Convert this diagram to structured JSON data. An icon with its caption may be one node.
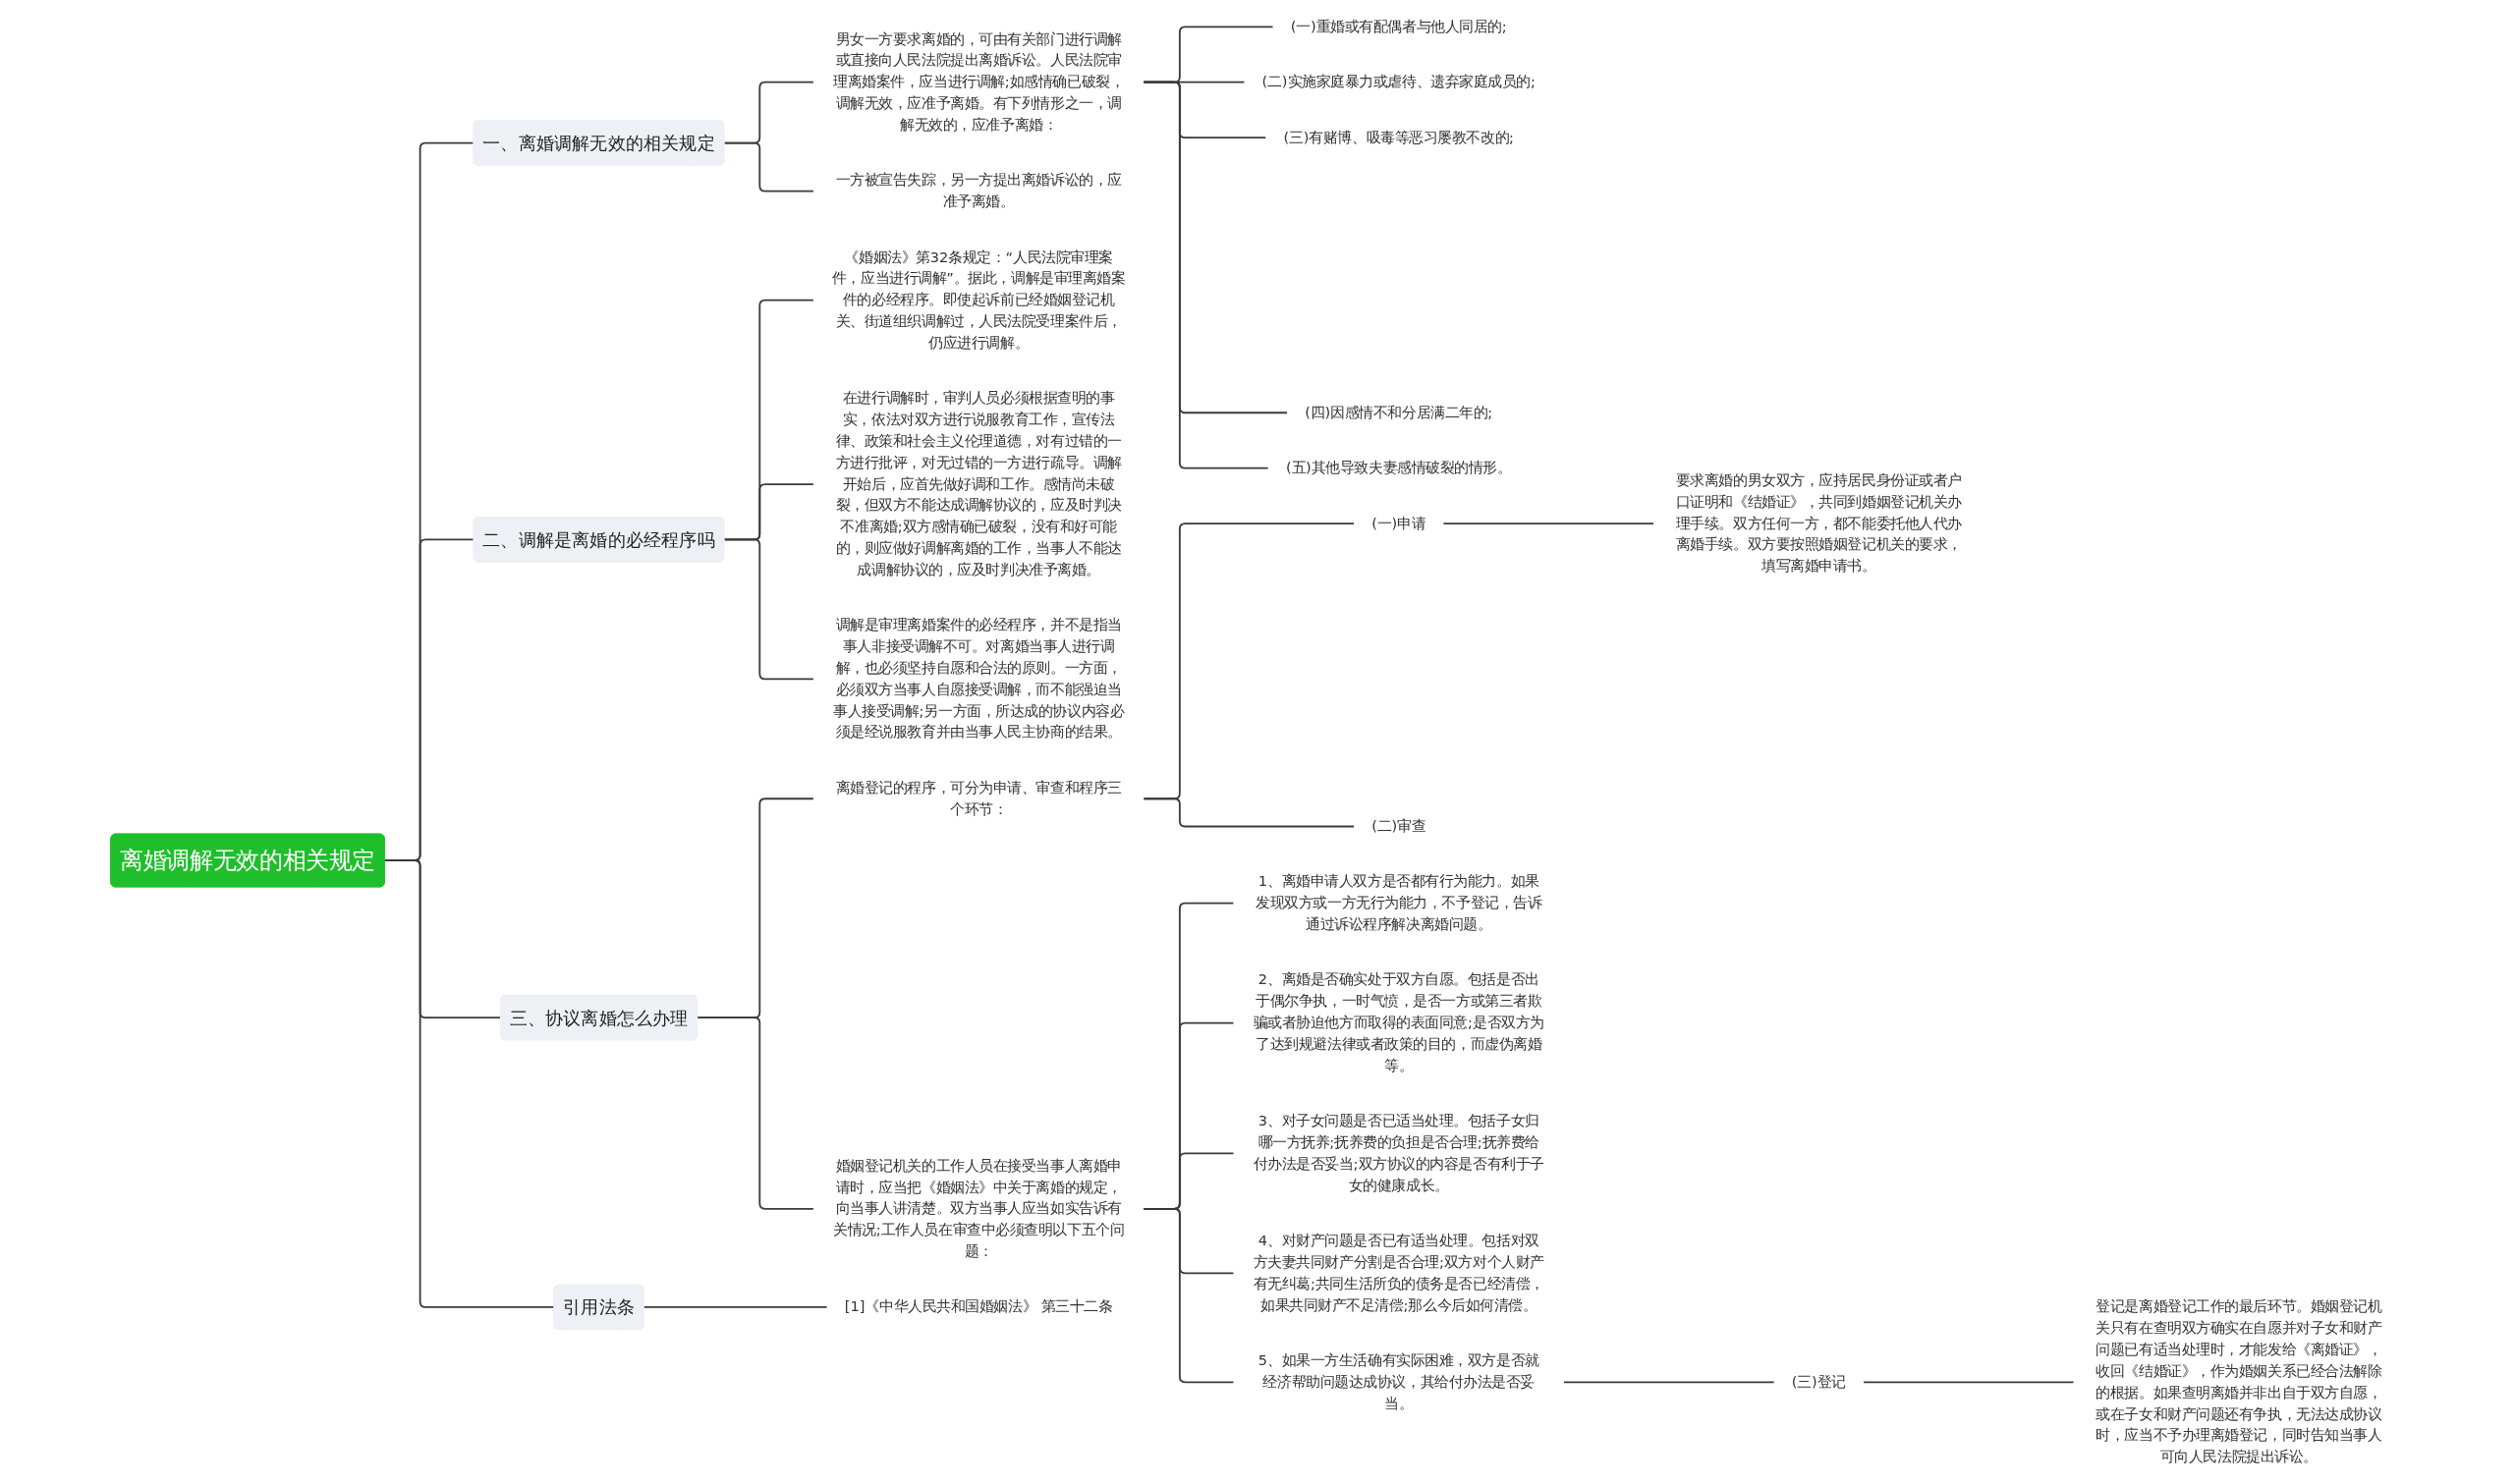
{
  "diagram": {
    "nodes": [
      {
        "text": [
          "离婚调解无效的相关规定"
        ]
      },
      {
        "text": [
          "一、离婚调解无效的相关规定"
        ]
      },
      {
        "text": [
          "男女一方要求离婚的，可由有关部门进行调解或直接向人民法院提出离婚诉讼。人民法院审理离婚案件，应当进行调解;如感情确已破裂，调解无效，应准予离婚。有下列情形之一，调解无效的，应准予离婚："
        ]
      },
      {
        "text": [
          "(一)重婚或有配偶者与他人同居的;"
        ]
      },
      {
        "text": [
          "(二)实施家庭暴力或虐待、遗弃家庭成员的;"
        ]
      },
      {
        "text": [
          "(三)有赌博、吸毒等恶习屡教不改的;"
        ]
      },
      {
        "text": [
          "(四)因感情不和分居满二年的;"
        ]
      },
      {
        "text": [
          "(五)其他导致夫妻感情破裂的情形。"
        ]
      },
      {
        "text": [
          "一方被宣告失踪，另一方提出离婚诉讼的，应准予离婚。"
        ]
      },
      {
        "text": [
          "二、调解是离婚的必经程序吗"
        ]
      },
      {
        "text": [
          "《婚姻法》第32条规定：“人民法院审理案件，应当进行调解”。据此，调解是审理离婚案件的必经程序。即使起诉前已经婚姻登记机关、街道组织调解过，人民法院受理案件后，仍应进行调解。"
        ]
      },
      {
        "text": [
          "在进行调解时，审判人员必须根据查明的事实，依法对双方进行说服教育工作，宣传法律、政策和社会主义伦理道德，对有过错的一方进行批评，对无过错的一方进行疏导。调解开始后，应首先做好调和工作。感情尚未破裂，但双方不能达成调解协议的，应及时判决不准离婚;双方感情确已破裂，没有和好可能的，则应做好调解离婚的工作，当事人不能达成调解协议的，应及时判决准予离婚。"
        ]
      },
      {
        "text": [
          "调解是审理离婚案件的必经程序，并不是指当事人非接受调解不可。对离婚当事人进行调解，也必须坚持自愿和合法的原则。一方面，必须双方当事人自愿接受调解，而不能强迫当事人接受调解;另一方面，所达成的协议内容必须是经说服教育并由当事人民主协商的结果。"
        ]
      },
      {
        "text": [
          "三、协议离婚怎么办理"
        ]
      },
      {
        "text": [
          "离婚登记的程序，可分为申请、审查和程序三个环节："
        ]
      },
      {
        "text": [
          "(一)申请"
        ]
      },
      {
        "text": [
          "要求离婚的男女双方，应持居民身份证或者户口证明和《结婚证》，共同到婚姻登记机关办理手续。双方任何一方，都不能委托他人代办离婚手续。双方要按照婚姻登记机关的要求，填写离婚申请书。"
        ]
      },
      {
        "text": [
          "(二)审查"
        ]
      },
      {
        "text": [
          "婚姻登记机关的工作人员在接受当事人离婚申请时，应当把《婚姻法》中关于离婚的规定，向当事人讲清楚。双方当事人应当如实告诉有关情况;工作人员在审查中必须查明以下五个问题："
        ]
      },
      {
        "text": [
          "1、离婚申请人双方是否都有行为能力。如果发现双方或一方无行为能力，不予登记，告诉通过诉讼程序解决离婚问题。"
        ]
      },
      {
        "text": [
          "2、离婚是否确实处于双方自愿。包括是否出于偶尔争执，一时气愤，是否一方或第三者欺骗或者胁迫他方而取得的表面同意;是否双方为了达到规避法律或者政策的目的，而虚伪离婚等。"
        ]
      },
      {
        "text": [
          "3、对子女问题是否已适当处理。包括子女归哪一方抚养;抚养费的负担是否合理;抚养费给付办法是否妥当;双方协议的内容是否有利于子女的健康成长。"
        ]
      },
      {
        "text": [
          "4、对财产问题是否已有适当处理。包括对双方夫妻共同财产分割是否合理;双方对个人财产有无纠葛;共同生活所负的债务是否已经清偿，如果共同财产不足清偿;那么今后如何清偿。"
        ]
      },
      {
        "text": [
          "5、如果一方生活确有实际困难，双方是否就经济帮助问题达成协议，其给付办法是否妥当。"
        ]
      },
      {
        "text": [
          "(三)登记"
        ]
      },
      {
        "text": [
          "登记是离婚登记工作的最后环节。婚姻登记机关只有在查明双方确实在自愿并对子女和财产问题已有适当处理时，才能发给《离婚证》，收回《结婚证》，作为婚姻关系已经合法解除的根据。如果查明离婚并非出自于双方自愿，或在子女和财产问题还有争执，无法达成协议时，应当不予办理离婚登记，同时告知当事人可向人民法院提出诉讼。"
        ]
      },
      {
        "text": [
          "引用法条"
        ]
      },
      {
        "text": [
          "[1]《中华人民共和国婚姻法》 第三十二条"
        ]
      }
    ],
    "edges": [
      {
        "from": 0,
        "to": 1,
        "arrow": "none"
      },
      {
        "from": 1,
        "to": 2,
        "arrow": "none"
      },
      {
        "from": 2,
        "to": 3,
        "arrow": "none"
      },
      {
        "from": 2,
        "to": 4,
        "arrow": "none"
      },
      {
        "from": 2,
        "to": 5,
        "arrow": "none"
      },
      {
        "from": 2,
        "to": 6,
        "arrow": "none"
      },
      {
        "from": 2,
        "to": 7,
        "arrow": "none"
      },
      {
        "from": 1,
        "to": 8,
        "arrow": "none"
      },
      {
        "from": 0,
        "to": 9,
        "arrow": "none"
      },
      {
        "from": 9,
        "to": 10,
        "arrow": "none"
      },
      {
        "from": 9,
        "to": 11,
        "arrow": "none"
      },
      {
        "from": 9,
        "to": 12,
        "arrow": "none"
      },
      {
        "from": 0,
        "to": 13,
        "arrow": "none"
      },
      {
        "from": 13,
        "to": 14,
        "arrow": "none"
      },
      {
        "from": 14,
        "to": 15,
        "arrow": "none"
      },
      {
        "from": 15,
        "to": 16,
        "arrow": "none"
      },
      {
        "from": 14,
        "to": 17,
        "arrow": "none"
      },
      {
        "from": 13,
        "to": 18,
        "arrow": "none"
      },
      {
        "from": 18,
        "to": 19,
        "arrow": "none"
      },
      {
        "from": 18,
        "to": 20,
        "arrow": "none"
      },
      {
        "from": 18,
        "to": 21,
        "arrow": "none"
      },
      {
        "from": 18,
        "to": 22,
        "arrow": "none"
      },
      {
        "from": 18,
        "to": 23,
        "arrow": "none"
      },
      {
        "from": 23,
        "to": 24,
        "arrow": "none"
      },
      {
        "from": 24,
        "to": 25,
        "arrow": "none"
      },
      {
        "from": 0,
        "to": 26,
        "arrow": "none"
      },
      {
        "from": 26,
        "to": 27,
        "arrow": "none"
      }
    ]
  }
}
